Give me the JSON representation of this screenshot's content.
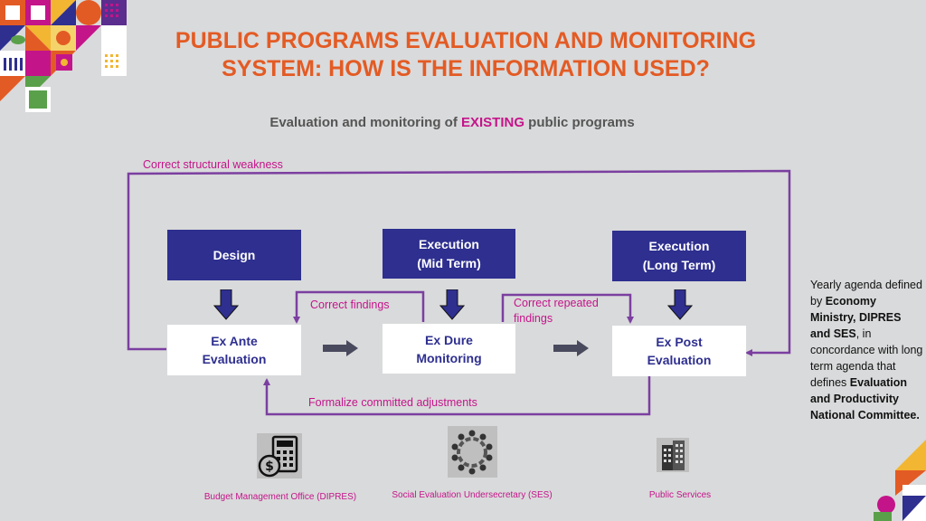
{
  "header": {
    "title_line1": "PUBLIC PROGRAMS EVALUATION AND MONITORING",
    "title_line2": "SYSTEM: HOW IS THE INFORMATION USED?",
    "subtitle_pre": "Evaluation and monitoring of ",
    "subtitle_highlight": "EXISTING",
    "subtitle_post": " public programs"
  },
  "notes": {
    "correct_structural": "Correct structural weakness",
    "correct_findings": "Correct findings",
    "correct_repeated_1": "Correct repeated",
    "correct_repeated_2": "findings",
    "formalize": "Formalize committed adjustments"
  },
  "stages": {
    "design": "Design",
    "execution_mid_1": "Execution",
    "execution_mid_2": "(Mid Term)",
    "execution_long_1": "Execution",
    "execution_long_2": "(Long Term)"
  },
  "evaluations": {
    "ex_ante_1": "Ex Ante",
    "ex_ante_2": "Evaluation",
    "ex_dure_1": "Ex Dure",
    "ex_dure_2": "Monitoring",
    "ex_post_1": "Ex Post",
    "ex_post_2": "Evaluation"
  },
  "side_note": {
    "t1": "Yearly agenda defined by ",
    "b1": "Economy Ministry, DIPRES and SES",
    "t2": ", in concordance with long term agenda that defines ",
    "b2": "Evaluation and Productivity National Committee."
  },
  "institutions": [
    {
      "label": "Budget Management Office (DIPRES)",
      "icon": "budget-calculator-icon"
    },
    {
      "label": "Social Evaluation Undersecretary (SES)",
      "icon": "people-circle-icon"
    },
    {
      "label": "Public Services",
      "icon": "building-icon"
    }
  ],
  "colors": {
    "title": "#e35b24",
    "highlight": "#c4148a",
    "navy": "#2e2f8f",
    "line": "#7b3fa0",
    "background": "#d9dadb"
  }
}
